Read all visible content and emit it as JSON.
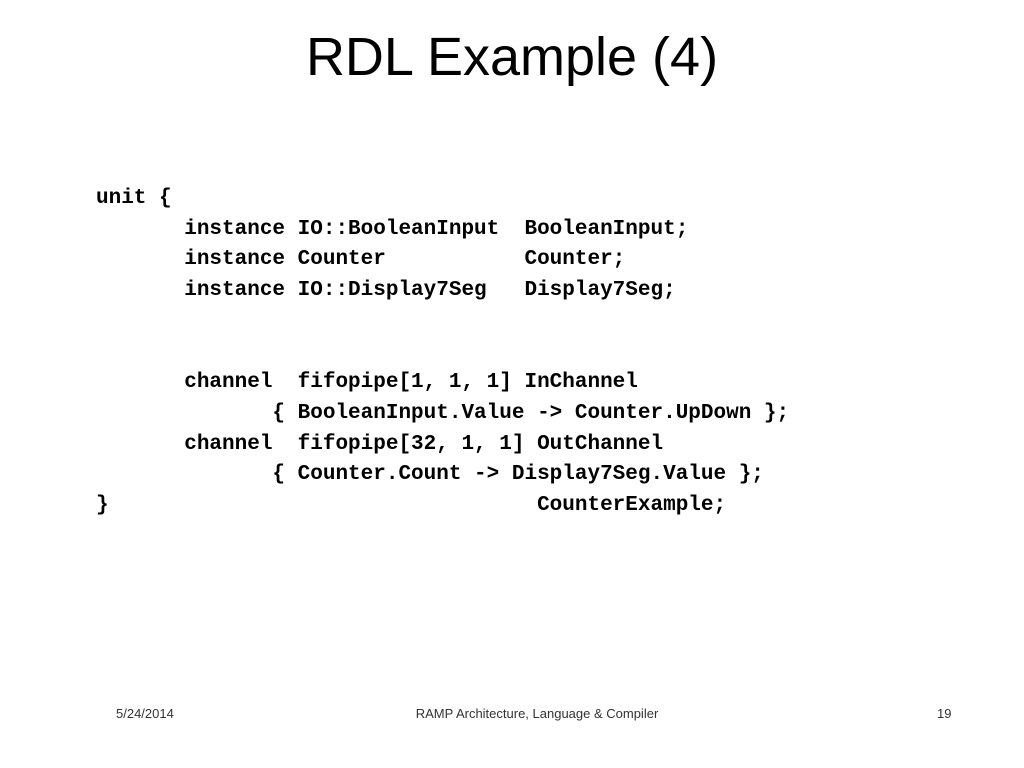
{
  "slide": {
    "title": "RDL Example (4)"
  },
  "code": {
    "lines": [
      "unit {",
      "       instance IO::BooleanInput  BooleanInput;",
      "       instance Counter           Counter;",
      "       instance IO::Display7Seg   Display7Seg;",
      "",
      "",
      "       channel  fifopipe[1, 1, 1] InChannel",
      "              { BooleanInput.Value -> Counter.UpDown };",
      "       channel  fifopipe[32, 1, 1] OutChannel",
      "              { Counter.Count -> Display7Seg.Value };",
      "}                                  CounterExample;"
    ]
  },
  "footer": {
    "date": "5/24/2014",
    "center": "RAMP Architecture, Language & Compiler",
    "page": "19"
  }
}
